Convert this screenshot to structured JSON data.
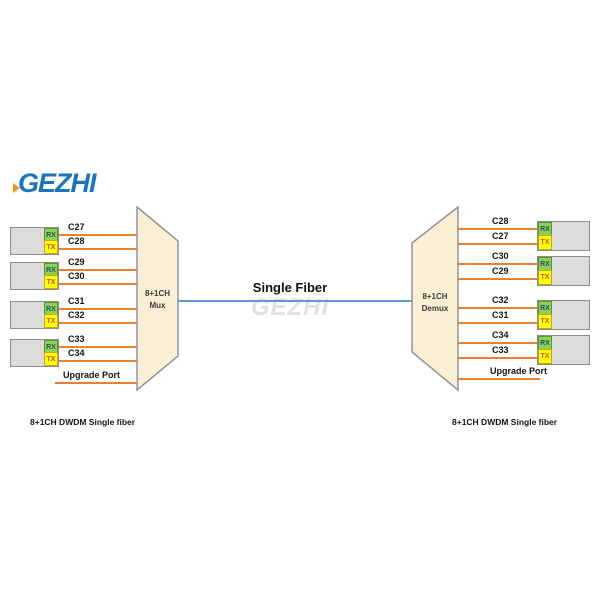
{
  "logo": {
    "text": "GEZHI"
  },
  "watermark": {
    "text": "GEZHI"
  },
  "center": {
    "fiber_label": "Single Fiber"
  },
  "badges": {
    "rx": "RX",
    "tx": "TX"
  },
  "mux": {
    "title_line1": "8+1CH",
    "title_line2": "Mux",
    "channels": [
      "C27",
      "C28",
      "C29",
      "C30",
      "C31",
      "C32",
      "C33",
      "C34"
    ],
    "upgrade_label": "Upgrade Port",
    "caption": "8+1CH DWDM Single fiber"
  },
  "demux": {
    "title_line1": "8+1CH",
    "title_line2": "Demux",
    "channels": [
      "C28",
      "C27",
      "C30",
      "C29",
      "C32",
      "C31",
      "C34",
      "C33"
    ],
    "upgrade_label": "Upgrade Port",
    "caption": "8+1CH DWDM Single fiber"
  },
  "colors": {
    "line_orange": "#ED7D31",
    "line_blue": "#5B9BD5",
    "trapezoid_fill": "#FBF0D3",
    "trapezoid_border": "#8E959B",
    "rx_green": "#92D050",
    "tx_yellow": "#FFFF00",
    "box_gray": "#DCDCDC",
    "logo_blue": "#1B75BC",
    "logo_orange": "#F7941D"
  }
}
